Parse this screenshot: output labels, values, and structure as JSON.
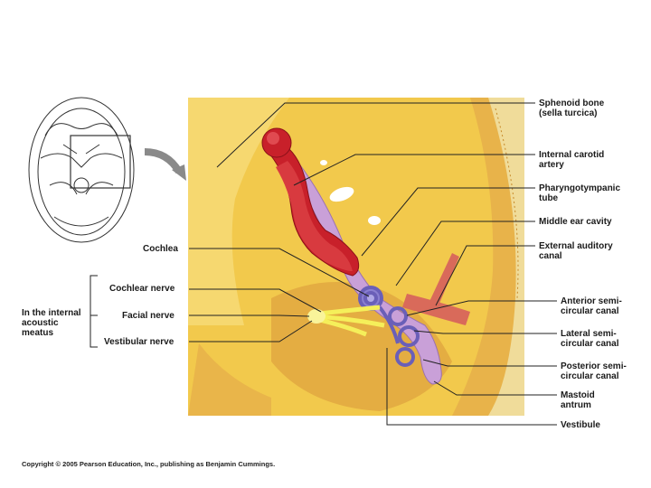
{
  "labels": {
    "sphenoid_bone": [
      "Sphenoid bone",
      "(sella turcica)"
    ],
    "internal_carotid": [
      "Internal carotid",
      "artery"
    ],
    "pharyngotympanic": [
      "Pharyngotympanic",
      "tube"
    ],
    "middle_ear": [
      "Middle ear cavity"
    ],
    "external_auditory": [
      "External auditory",
      "canal"
    ],
    "anterior_semi": [
      "Anterior semi-",
      "circular canal"
    ],
    "lateral_semi": [
      "Lateral semi-",
      "circular canal"
    ],
    "posterior_semi": [
      "Posterior semi-",
      "circular canal"
    ],
    "mastoid": [
      "Mastoid",
      "antrum"
    ],
    "vestibule": [
      "Vestibule"
    ],
    "cochlea": [
      "Cochlea"
    ],
    "cochlear_nerve": [
      "Cochlear nerve"
    ],
    "facial_nerve": [
      "Facial nerve"
    ],
    "vestibular_nerve": [
      "Vestibular nerve"
    ],
    "internal_acoustic": [
      "In the internal",
      "acoustic",
      "meatus"
    ]
  },
  "copyright": "Copyright © 2005 Pearson Education, Inc., publishing as Benjamin Cummings.",
  "colors": {
    "bone": "#f2c94c",
    "bone_shadow": "#d9a43a",
    "artery": "#c8202a",
    "tube": "#c9a0d8",
    "nerve": "#f5ef5a",
    "labyrinth": "#8a7fd0",
    "muscle": "#d96a5a"
  }
}
